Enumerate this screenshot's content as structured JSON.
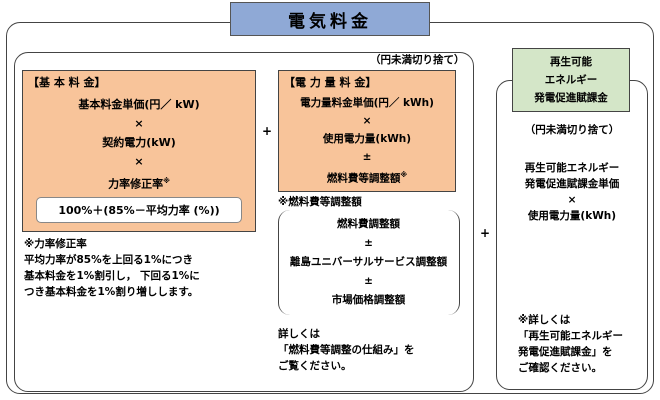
{
  "title": "電気料金",
  "rounding_note_left": "（円未満切り捨て）",
  "rounding_note_right": "（円未満切り捨て）",
  "operators": {
    "plus": "+",
    "times": "×",
    "pm": "±"
  },
  "basic_charge": {
    "title": "【基 本 料 金】",
    "line1": "基本料金単価(円／ kW)",
    "line2": "契約電力(kW)",
    "line3": "力率修正率",
    "line3_mark": "※",
    "formula": "100%＋(85%－平均力率 (%))",
    "note_title": "※力率修正率",
    "note_lines": [
      "平均力率が85%を上回る1%につき",
      "基本料金を1%割引し， 下回る1%に",
      "つき基本料金を1%割り増しします。"
    ]
  },
  "energy_charge": {
    "title": "【電 力 量 料 金】",
    "line1": "電力量料金単価(円／ kWh)",
    "line2": "使用電力量(kWh)",
    "line3": "燃料費等調整額",
    "line3_mark": "※",
    "fuel_note_title": "※燃料費等調整額",
    "fuel_items": [
      "燃料費調整額",
      "離島ユニバーサルサービス調整額",
      "市場価格調整額"
    ],
    "details_lines": [
      "詳しくは",
      "「燃料費等調整の仕組み」を",
      "ご覧ください。"
    ]
  },
  "renewable": {
    "box_lines": [
      "再生可能",
      "エネルギー",
      "発電促進賦課金"
    ],
    "formula_line1": "再生可能エネルギー",
    "formula_line2": "発電促進賦課金単価",
    "formula_line3": "使用電力量(kWh)",
    "details_lines": [
      "※詳しくは",
      "「再生可能エネルギー",
      "発電促進賦課金」を",
      "ご確認ください。"
    ]
  }
}
